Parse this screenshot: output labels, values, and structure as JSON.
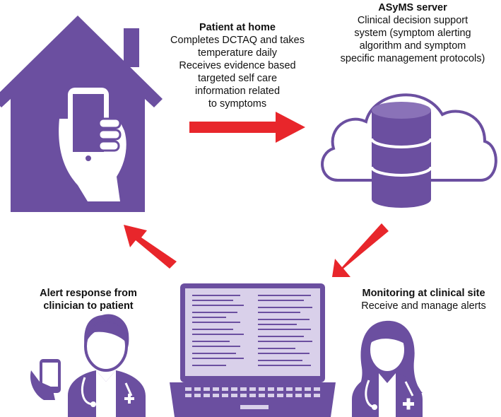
{
  "patient_home": {
    "title": "Patient at home",
    "lines": [
      "Completes DCTAQ and takes",
      "temperature daily",
      "Receives evidence based",
      "targeted self care",
      "information related",
      "to symptoms"
    ]
  },
  "server": {
    "title": "ASyMS server",
    "lines": [
      "Clinical decision support",
      "system (symptom alerting",
      "algorithm and symptom",
      "specific management protocols)"
    ]
  },
  "alert_response": {
    "lines": [
      "Alert response from",
      "clinician to patient"
    ]
  },
  "monitoring": {
    "title": "Monitoring at clinical site",
    "lines": [
      "Receive and manage alerts"
    ]
  },
  "colors": {
    "purple": "#6b4fa0",
    "purple_light": "#d9d0ea",
    "arrow_red": "#e8262b",
    "line": "#6b4fa0"
  },
  "icons": [
    "house-icon",
    "phone-in-hand-icon",
    "cloud-icon",
    "database-icon",
    "laptop-icon",
    "male-clinician-icon",
    "female-clinician-icon",
    "phone-icon",
    "arrow-icon"
  ]
}
